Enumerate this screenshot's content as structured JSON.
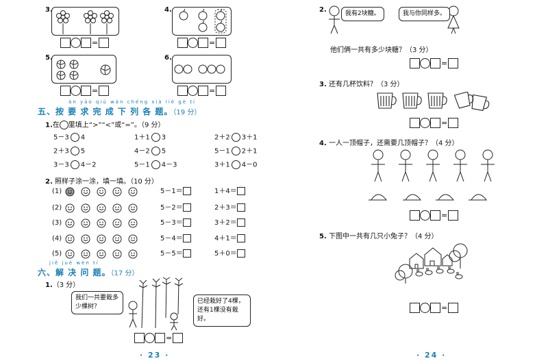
{
  "left": {
    "q3": {
      "num": "3."
    },
    "q4": {
      "num": "4."
    },
    "q5": {
      "num": "5."
    },
    "q6": {
      "num": "6."
    },
    "section5": {
      "pinyin": "àn yāo qiú wán chéng xià liè gè tí",
      "title": "五、按 要 求 完 成 下 列 各 题。",
      "points": "（19 分）",
      "q1": {
        "num": "1.",
        "text_a": "在",
        "text_b": "里填上“>”“<”或“=”。（9 分）",
        "rows": [
          [
            {
              "l": "5－3",
              "r": "4"
            },
            {
              "l": "1＋1",
              "r": "3"
            },
            {
              "l": "2＋2",
              "r": "3＋1"
            }
          ],
          [
            {
              "l": "2＋3",
              "r": "5"
            },
            {
              "l": "4－2",
              "r": "5"
            },
            {
              "l": "5－1",
              "r": "2＋1"
            }
          ],
          [
            {
              "l": "3－3",
              "r": "4－2"
            },
            {
              "l": "5－1",
              "r": "4－3"
            },
            {
              "l": "3＋1",
              "r": "4－0"
            }
          ]
        ]
      },
      "q2": {
        "num": "2.",
        "text": "照样子涂一涂，填一填。（10 分）",
        "labels": [
          "(1)",
          "(2)",
          "(3)",
          "(4)",
          "(5)"
        ],
        "col1": [
          "5－1＝",
          "5－2＝",
          "5－3＝",
          "5－4＝",
          "5－5＝"
        ],
        "col2": [
          "1＋4＝",
          "2＋3＝",
          "3＋2＝",
          "4＋1＝",
          "5＋0＝"
        ]
      }
    },
    "section6": {
      "pinyin": "jiě jué wèn tí",
      "title": "六、解 决 问 题。",
      "points": "（17 分）",
      "q1": {
        "num": "1.",
        "pts": "（3 分）",
        "bubble_left": "我们一共要栽多少棵树？",
        "bubble_right": "已经栽好了4棵，还有1棵没有栽好。"
      }
    },
    "page_number": "· 23 ·"
  },
  "right": {
    "q2": {
      "num": "2.",
      "bubble_left": "我有2块糖。",
      "bubble_right": "我与你同样多。",
      "question": "他们俩一共有多少块糖？（3 分）"
    },
    "q3": {
      "num": "3.",
      "question": "还有几杯饮料？（3 分）"
    },
    "q4": {
      "num": "4.",
      "question": "一人一顶帽子，还需要几顶帽子？（4 分）"
    },
    "q5": {
      "num": "5.",
      "question": "下图中一共有几只小兔子？（4 分）"
    },
    "page_number": "· 24 ·"
  },
  "colors": {
    "accent_blue": "#1a7fb8",
    "ink": "#111111"
  }
}
